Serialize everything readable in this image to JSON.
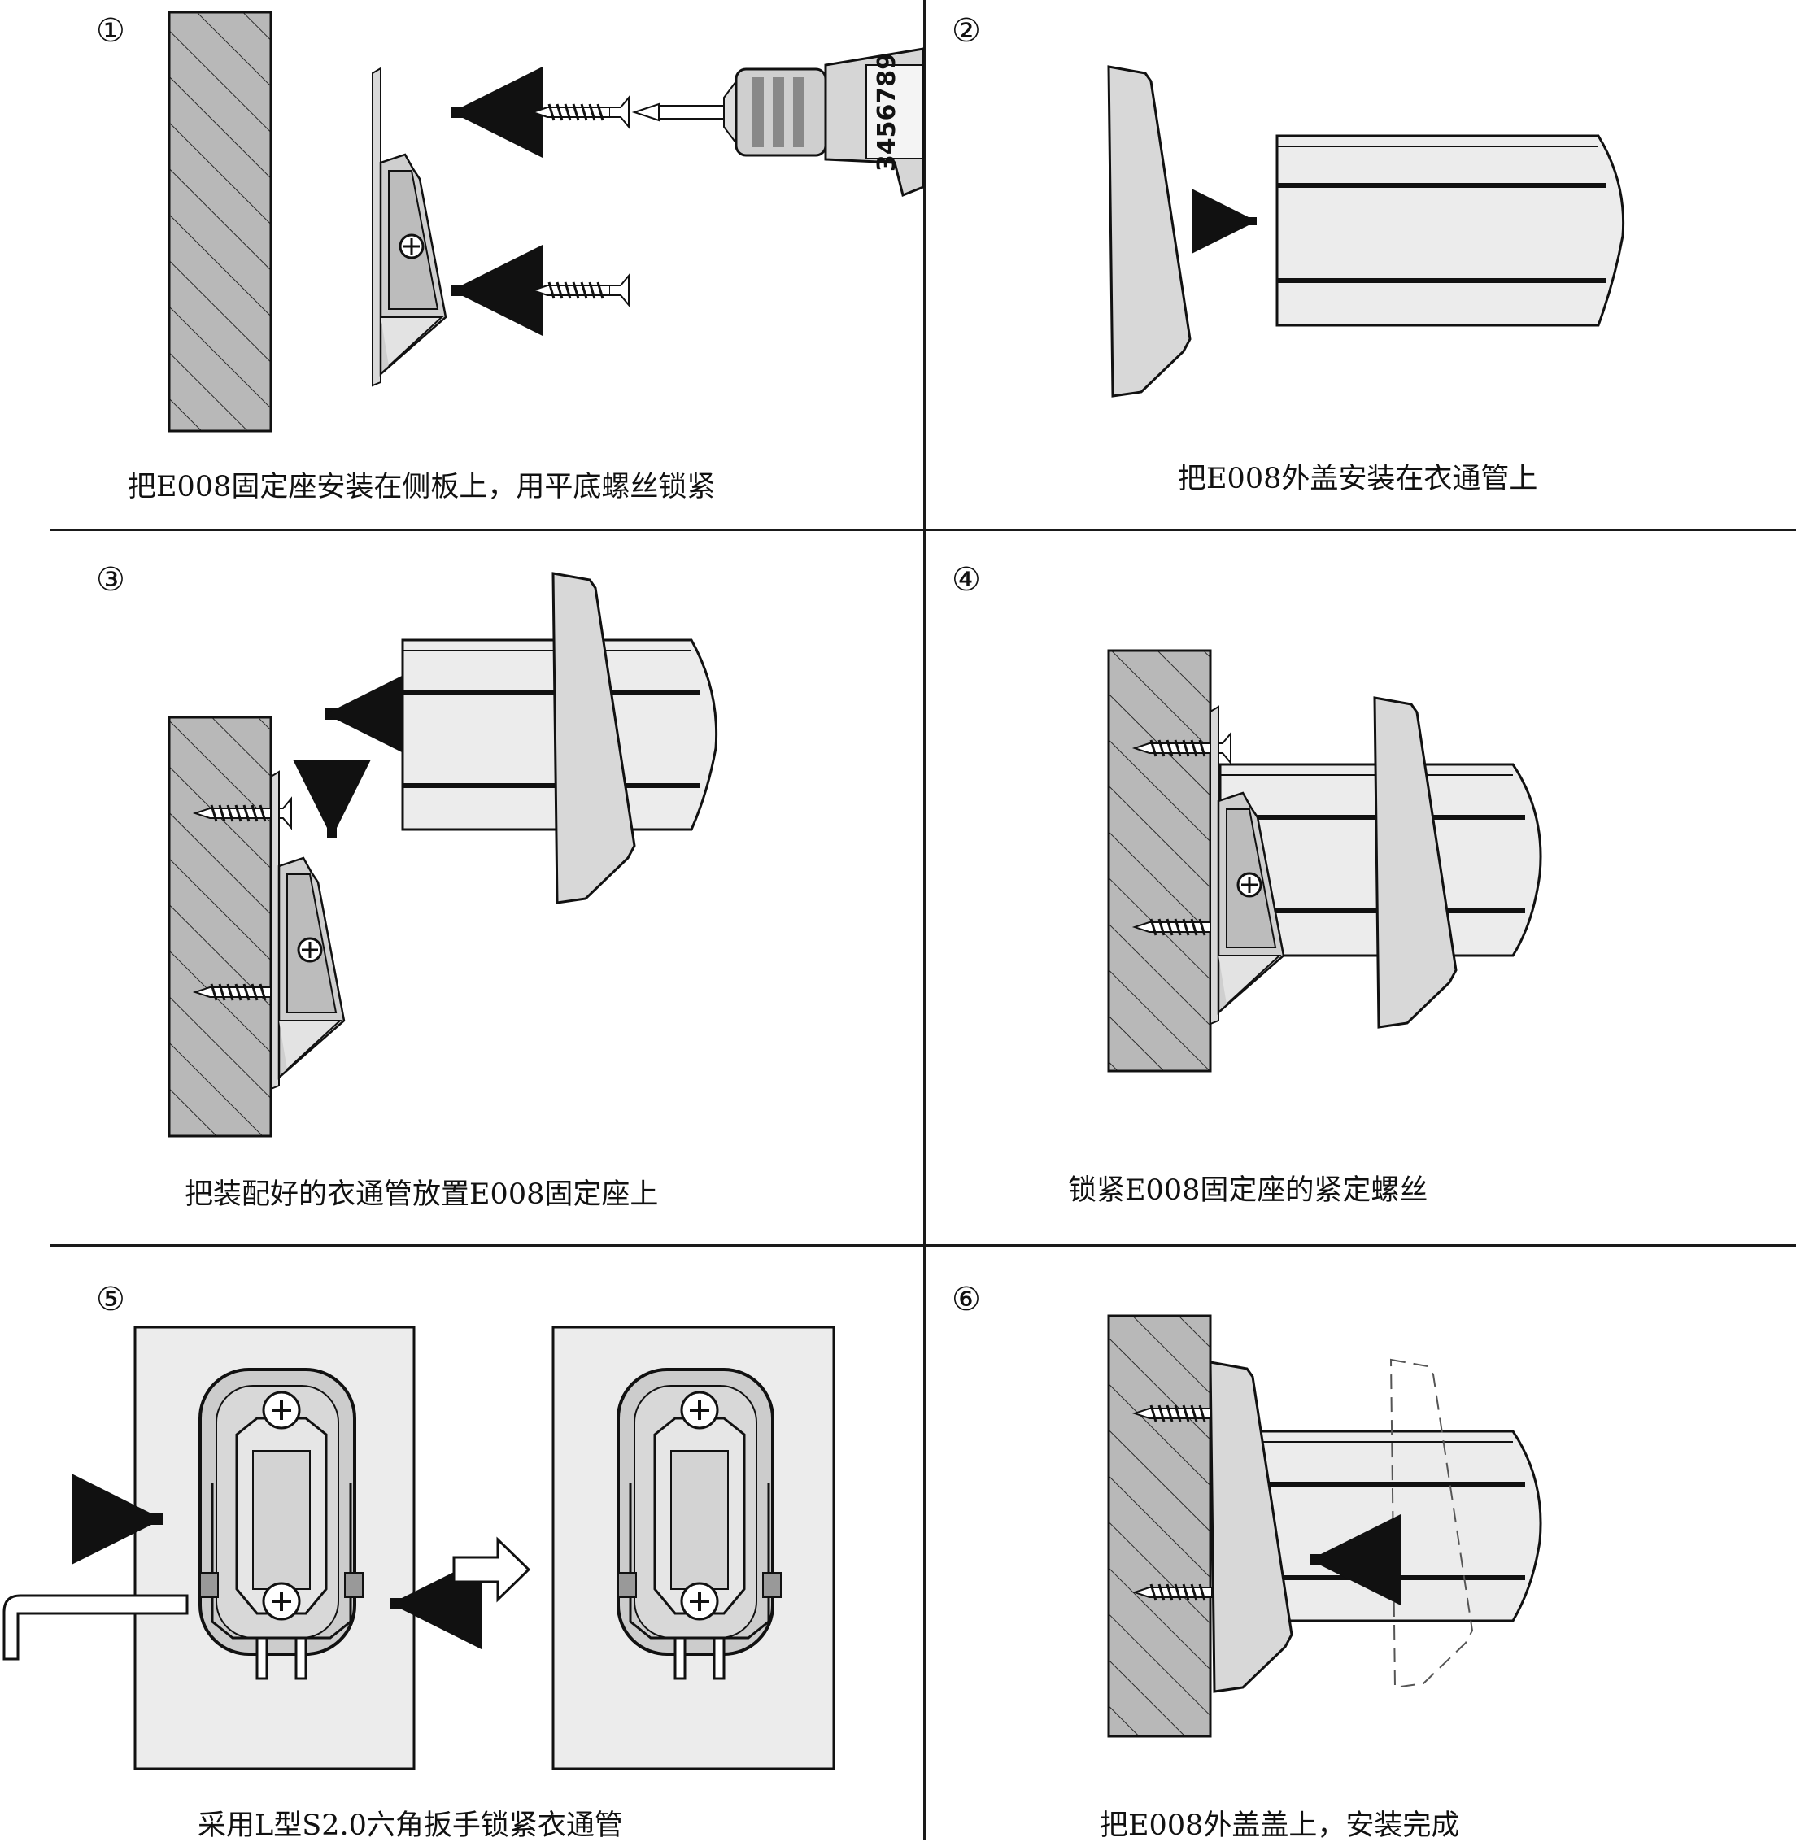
{
  "steps": [
    {
      "number": "①",
      "caption": "把E008固定座安装在侧板上，用平底螺丝锁紧"
    },
    {
      "number": "②",
      "caption": "把E008外盖安装在衣通管上"
    },
    {
      "number": "③",
      "caption": "把装配好的衣通管放置E008固定座上"
    },
    {
      "number": "④",
      "caption": "锁紧E008固定座的紧定螺丝"
    },
    {
      "number": "⑤",
      "caption": "采用L型S2.0六角扳手锁紧衣通管"
    },
    {
      "number": "⑥",
      "caption": "把E008外盖盖上，安装完成"
    }
  ],
  "drill_dial": "3456789",
  "colors": {
    "line": "#1a1a1a",
    "wall": "#b5b5b5",
    "part": "#d6d6d6",
    "tube": "#ececec",
    "panel": "#ececec"
  }
}
